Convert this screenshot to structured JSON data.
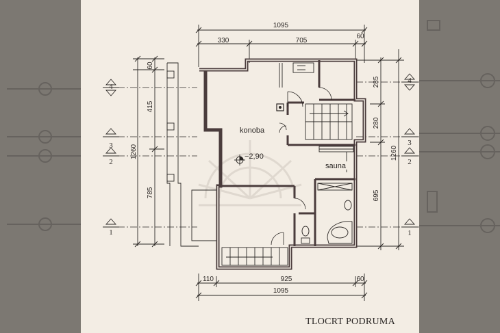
{
  "plan": {
    "title": "TLOCRT PODRUMA",
    "rooms": {
      "main": "konoba",
      "sauna": "sauna"
    },
    "level": "−2,90",
    "top_dims": {
      "total": "1095",
      "seg1": "330",
      "seg2": "705",
      "seg3": "60"
    },
    "bottom_dims": {
      "total": "1095",
      "seg1": "110",
      "seg2": "925",
      "seg3": "60"
    },
    "left_dims": {
      "total": "1260",
      "seg1": "60",
      "seg2": "415",
      "seg3": "785"
    },
    "right_dims": {
      "total": "1260",
      "seg1": "285",
      "seg2": "280",
      "seg3": "695"
    },
    "axes": {
      "a4": "4",
      "a3": "3",
      "a2": "2",
      "a1": "1"
    }
  },
  "colors": {
    "paper": "#f3ede4",
    "wall": "#4a3c3c",
    "ink": "#2a2624",
    "side": "#7a7670"
  }
}
